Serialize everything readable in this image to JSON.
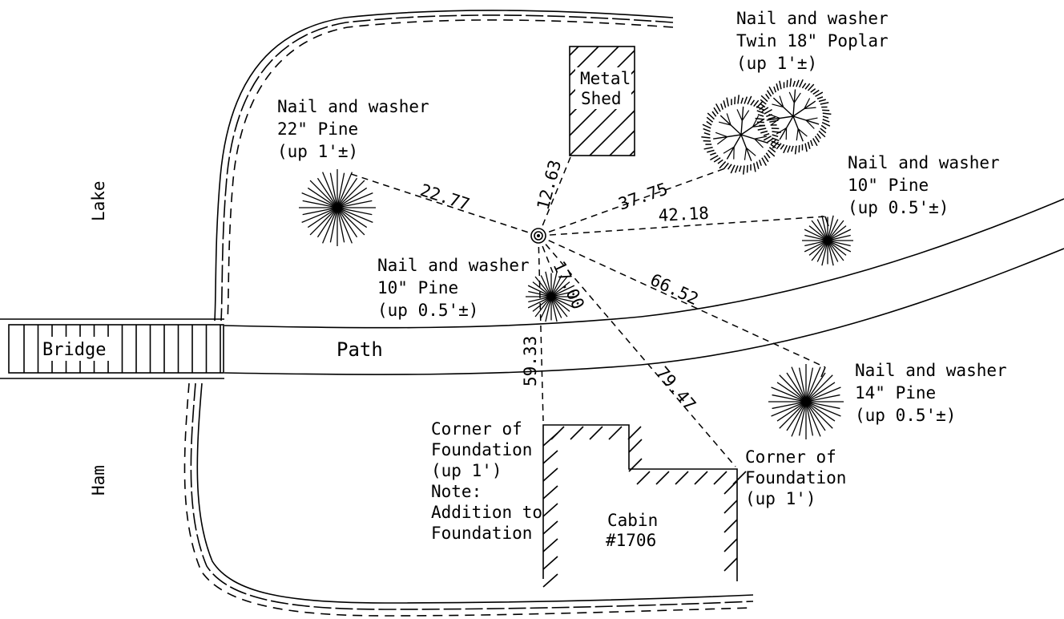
{
  "labels": {
    "lake": "Lake",
    "ham": "Ham",
    "bridge": "Bridge",
    "path": "Path",
    "shed_line1": "Metal",
    "shed_line2": "Shed",
    "cabin_line1": "Cabin",
    "cabin_line2": "#1706"
  },
  "trees": {
    "pine22": [
      "Nail and washer",
      "22\" Pine",
      "(up 1'±)"
    ],
    "poplar": [
      "Nail and washer",
      "Twin 18\" Poplar",
      "(up 1'±)"
    ],
    "pine10_right": [
      "Nail and washer",
      "10\" Pine",
      "(up 0.5'±)"
    ],
    "pine10_center": [
      "Nail and washer",
      "10\" Pine",
      "(up 0.5'±)"
    ],
    "pine14": [
      "Nail and washer",
      "14\" Pine",
      "(up 0.5'±)"
    ]
  },
  "foundation": {
    "left": [
      "Corner of",
      "Foundation",
      "(up 1')",
      "Note:",
      "Addition to",
      "Foundation"
    ],
    "right": [
      "Corner of",
      "Foundation",
      "(up 1')"
    ]
  },
  "distances": {
    "to_pine22": "22.77",
    "to_shed": "12.63",
    "to_poplar": "37.75",
    "to_pine10_right": "42.18",
    "to_pine10_center": "17.00",
    "to_pine14": "66.52",
    "to_foundation_left": "59.33",
    "to_foundation_right": "79.47"
  }
}
